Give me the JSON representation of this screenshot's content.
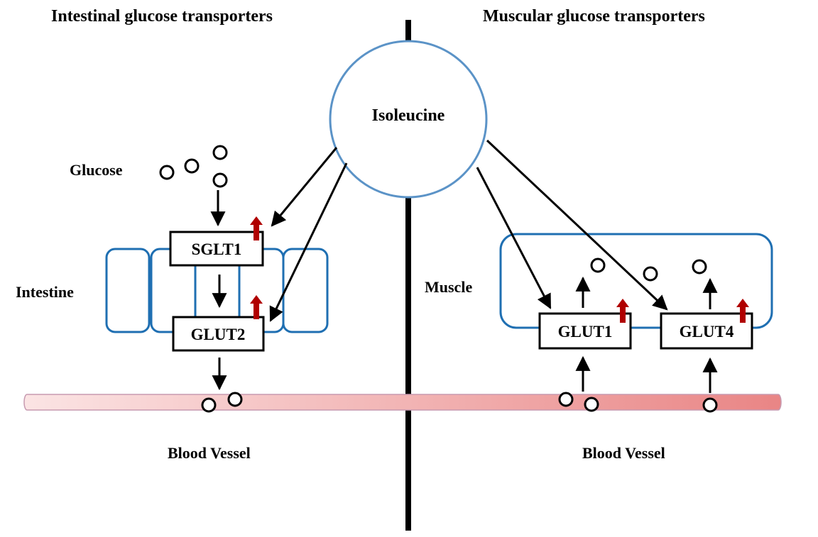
{
  "titles": {
    "left": "Intestinal glucose transporters",
    "right": "Muscular glucose transporters"
  },
  "center": {
    "label": "Isoleucine"
  },
  "labels": {
    "glucose": "Glucose",
    "intestine": "Intestine",
    "muscle": "Muscle",
    "blood_vessel_left": "Blood Vessel",
    "blood_vessel_right": "Blood Vessel"
  },
  "transporters": {
    "sglt1": "SGLT1",
    "glut2": "GLUT2",
    "glut1": "GLUT1",
    "glut4": "GLUT4"
  },
  "colors": {
    "cell_outline": "#1f6fb2",
    "isoleucine_outline": "#5b93c7",
    "upregulation_arrow": "#b00000",
    "vessel_light": "#fbe4e4",
    "vessel_dark": "#e98585",
    "vessel_outline": "#c79ab0"
  },
  "icons": {
    "upregulation": "up-arrow-icon",
    "glucose_molecule": "circle-icon"
  }
}
